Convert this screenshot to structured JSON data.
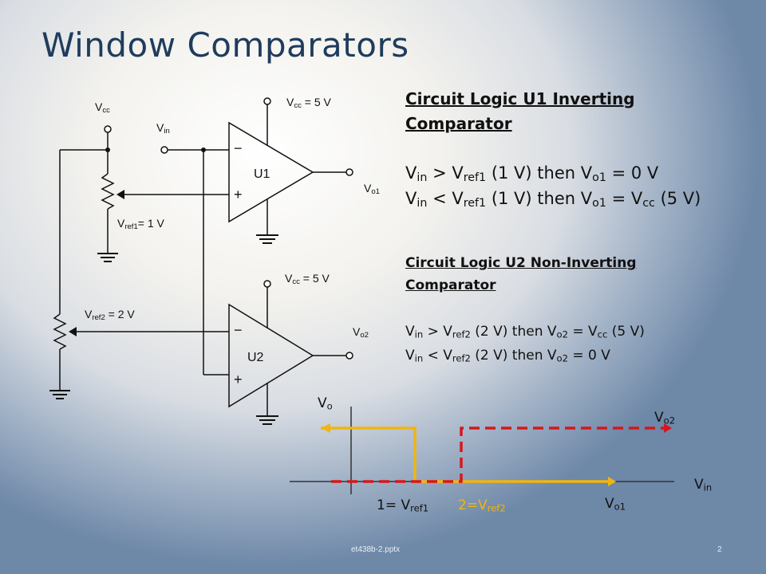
{
  "slide": {
    "title": "Window Comparators",
    "footer_file": "et438b-2.pptx",
    "page_number": "2"
  },
  "circuit": {
    "vcc_left": {
      "base": "V",
      "sub": "cc"
    },
    "vin": {
      "base": "V",
      "sub": "in"
    },
    "u1_supply": {
      "base": "V",
      "sub": "cc",
      "tail": " = 5 V"
    },
    "u2_supply": {
      "base": "V",
      "sub": "cc",
      "tail": " = 5 V"
    },
    "u1_label": "U1",
    "u2_label": "U2",
    "vo1": {
      "base": "V",
      "sub": "o1"
    },
    "vo2": {
      "base": "V",
      "sub": "o2"
    },
    "vref1": {
      "base": "V",
      "sub": "ref1",
      "tail": "= 1 V"
    },
    "vref2": {
      "base": "V",
      "sub": "ref2",
      "tail": " = 2 V"
    },
    "minus_sign": "−",
    "plus_sign": "+"
  },
  "logic_u1": {
    "heading_line1": "Circuit Logic  U1 Inverting",
    "heading_line2": "Comparator",
    "rule1": {
      "a": "V",
      "a_sub": "in",
      "b": " > V",
      "b_sub": "ref1",
      "c": " (1 V)  then V",
      "c_sub": "o1",
      "d": " = 0 V"
    },
    "rule2": {
      "a": "V",
      "a_sub": "in",
      "b": " < V",
      "b_sub": "ref1",
      "c": " (1 V)  then V",
      "c_sub": "o1",
      "d": " = V",
      "d_sub": "cc",
      "e": " (5 V)"
    }
  },
  "logic_u2": {
    "heading_line1": "Circuit Logic U2 Non-Inverting",
    "heading_line2": "Comparator",
    "rule1": {
      "a": "V",
      "a_sub": "in",
      "b": " > V",
      "b_sub": "ref2",
      "c": " (2 V) then V",
      "c_sub": "o2",
      "d": " = V",
      "d_sub": "cc",
      "e": " (5 V)"
    },
    "rule2": {
      "a": "V",
      "a_sub": "in",
      "b": " < V",
      "b_sub": "ref2",
      "c": " (2 V) then V",
      "c_sub": "o2",
      "d": " =  0 V"
    }
  },
  "graph": {
    "vo_axis": {
      "base": "V",
      "sub": "o"
    },
    "vin_axis": {
      "base": "V",
      "sub": "in"
    },
    "vo2_curve": {
      "base": "V",
      "sub": "o2"
    },
    "vo1_curve": {
      "base": "V",
      "sub": "o1"
    },
    "mark1": {
      "pre": "1= V",
      "sub": "ref1"
    },
    "mark2": {
      "pre": "2=V",
      "sub": "ref2"
    },
    "colors": {
      "vo1": "#f2b40f",
      "vo2": "#d9161b",
      "mark2_text": "#f2b40f"
    }
  }
}
